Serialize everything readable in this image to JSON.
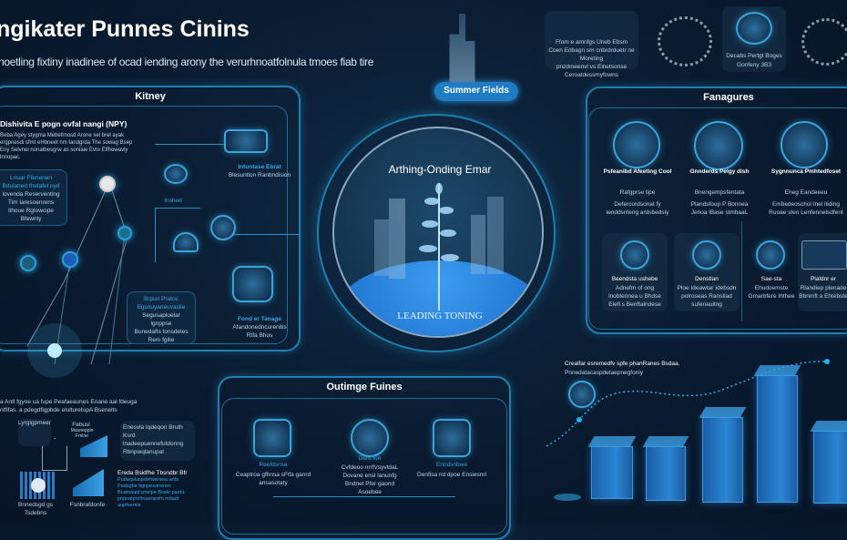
{
  "header": {
    "title": "ngikater Punnes Cinins",
    "subtitle": "noetling fixtiny inadinee of ocad iending arony the verurhnoatfolnula tmoes fiab tire"
  },
  "left_panel": {
    "title": "Kitney",
    "heading": "Dishivita E pogn ovfal nangi (NPY)",
    "intro": "Beba Agey stygma Mebefrnosd Arone sel brel ayak ergpnesdi sfmt eHbneet nm tandgrda The sowag Bsep Eny Selvnei nonatbesgrw as soniaie Evto Elfhowavly lnnopac.",
    "box1": {
      "title": "Lnuar Ffenenen",
      "line1": "Bdulaned fhetafel nyd",
      "line2": "lovenda Reserventing",
      "line3": "Tim Iaresoenrens",
      "line4": "lthoue Rgtowcipe",
      "line5": "Bfewnty"
    },
    "box2": {
      "title": "Brpun Pratoc",
      "line1": "Bgsnuyaneuvaslie",
      "line2": "Segusapluelar",
      "line3": "lgnppse",
      "line4": "Bunedafts tonsdeles",
      "line5": "Rem fgilie"
    },
    "items": [
      {
        "title": "Intuntase Ebrat",
        "desc": "Blesuntlon Ranbndision"
      },
      {
        "label": "Inshed"
      },
      {
        "title": "Fond er Tanage",
        "desc": "Afandonedncurenitis",
        "desc2": "Rtfa Bhos"
      }
    ]
  },
  "center": {
    "pill": "Summer Fields",
    "circle_title": "Arthing-Onding Emar",
    "circle_caption": "LEADING TONING"
  },
  "top_right": {
    "card1": [
      "Ffom e amnfgs Uneb Ebsm",
      "Coen Edbagn sm cnbrdrduetr ne Moreting",
      "pnzdmeenvl vs Elnetsonse",
      "Ceroatdessmyfowns"
    ],
    "card2": [
      "Decabs Pertgt Boges",
      "Gonfeny 3B3"
    ]
  },
  "right_panel": {
    "title": "Fanagures",
    "top_items": [
      {
        "title": "Psfeanibd Afeeting Cool",
        "subtitle": "Rafgprse tipe",
        "desc": "Defercordsonat fy lenddsnteng ardsbedsiy"
      },
      {
        "title": "Gnnderds Pelgy dish",
        "subtitle": "Bnengempsfentata",
        "desc": "Plandsfoup P Bonnea Jenoa lBase stmbaaL"
      },
      {
        "title": "Sygnnunca Pmhtedfoset",
        "subtitle": "Eheg Eandeeeu",
        "desc": "Embedeoschol tnel itiding Ruoae sten Lenfennetsdfent"
      }
    ],
    "bottom_items": [
      {
        "title": "Beendsta ushebe",
        "desc": "Adnefm of ong lnobtennea u Bhdse Eiefl s Benftalndese"
      },
      {
        "title": "Denstlan",
        "desc": "Ploe Ideawtar Idebsdn polroseas Ranstlad sufenauitng"
      },
      {
        "title": "Sae-sta",
        "desc": "Ehudoemste Gmarbfere Ihthee"
      },
      {
        "title": "Plaldnr er",
        "desc": "Rlandiep plenade Bbnmft a Ehtebste"
      }
    ]
  },
  "bottom_left": {
    "intro1": "a Antl fgyoe ua fupe Peafaeaunes Enane aal fdeuga",
    "intro2": "ntfifas. a pdegdfigpbde elulturetupA Bsenelts",
    "label1": "Lyrglgpmeer",
    "label2": "Febusl",
    "label3": "Mauneppln Fmlne",
    "card_text": [
      "Enesvla Iqdeqon Bruth Ksrd",
      "lnadeepuennefutdonng",
      "Rbnpwqlanupal"
    ],
    "note_title": "Ereda Bsidfhe Tbsndbr Bfr",
    "note_lines": [
      "Pudaqslunpdefwaniwa anfs",
      "Padsgbe fignpesanenes",
      "Buatsaaqt pnelpe Bsale paetu",
      "pnpnalpnrlmaerarefn nidadt",
      "aupfeemie"
    ],
    "caption1": "Bnnedsgd gs Tsdebns",
    "caption2": "Fsnbrafdonfe"
  },
  "bottom_center": {
    "title": "Outimge Fuines",
    "items": [
      {
        "title": "Reefdsnse",
        "desc": "Ceaptroa gfhnsa sFlfa ganrd ansasotaty"
      },
      {
        "title": "Dent Ion",
        "desc": "Cvfdeoo nrrfVsyvtdaL Dovane ensl lanunfg Bndnet Pfer gaond Asoebee"
      },
      {
        "title": "Enndsnbwe",
        "desc": "Denfisa nd dpoe Ensiesnrl"
      }
    ]
  },
  "bottom_right": {
    "title": "Crealfar esremedfv spfe phanRanes Bsdaa.",
    "subtitle": "Pnnedatacaspdetaepnegfoniy"
  },
  "colors": {
    "accent": "#2a9fdc",
    "bg": "#0a1c31",
    "cube": "#2a86d4"
  }
}
